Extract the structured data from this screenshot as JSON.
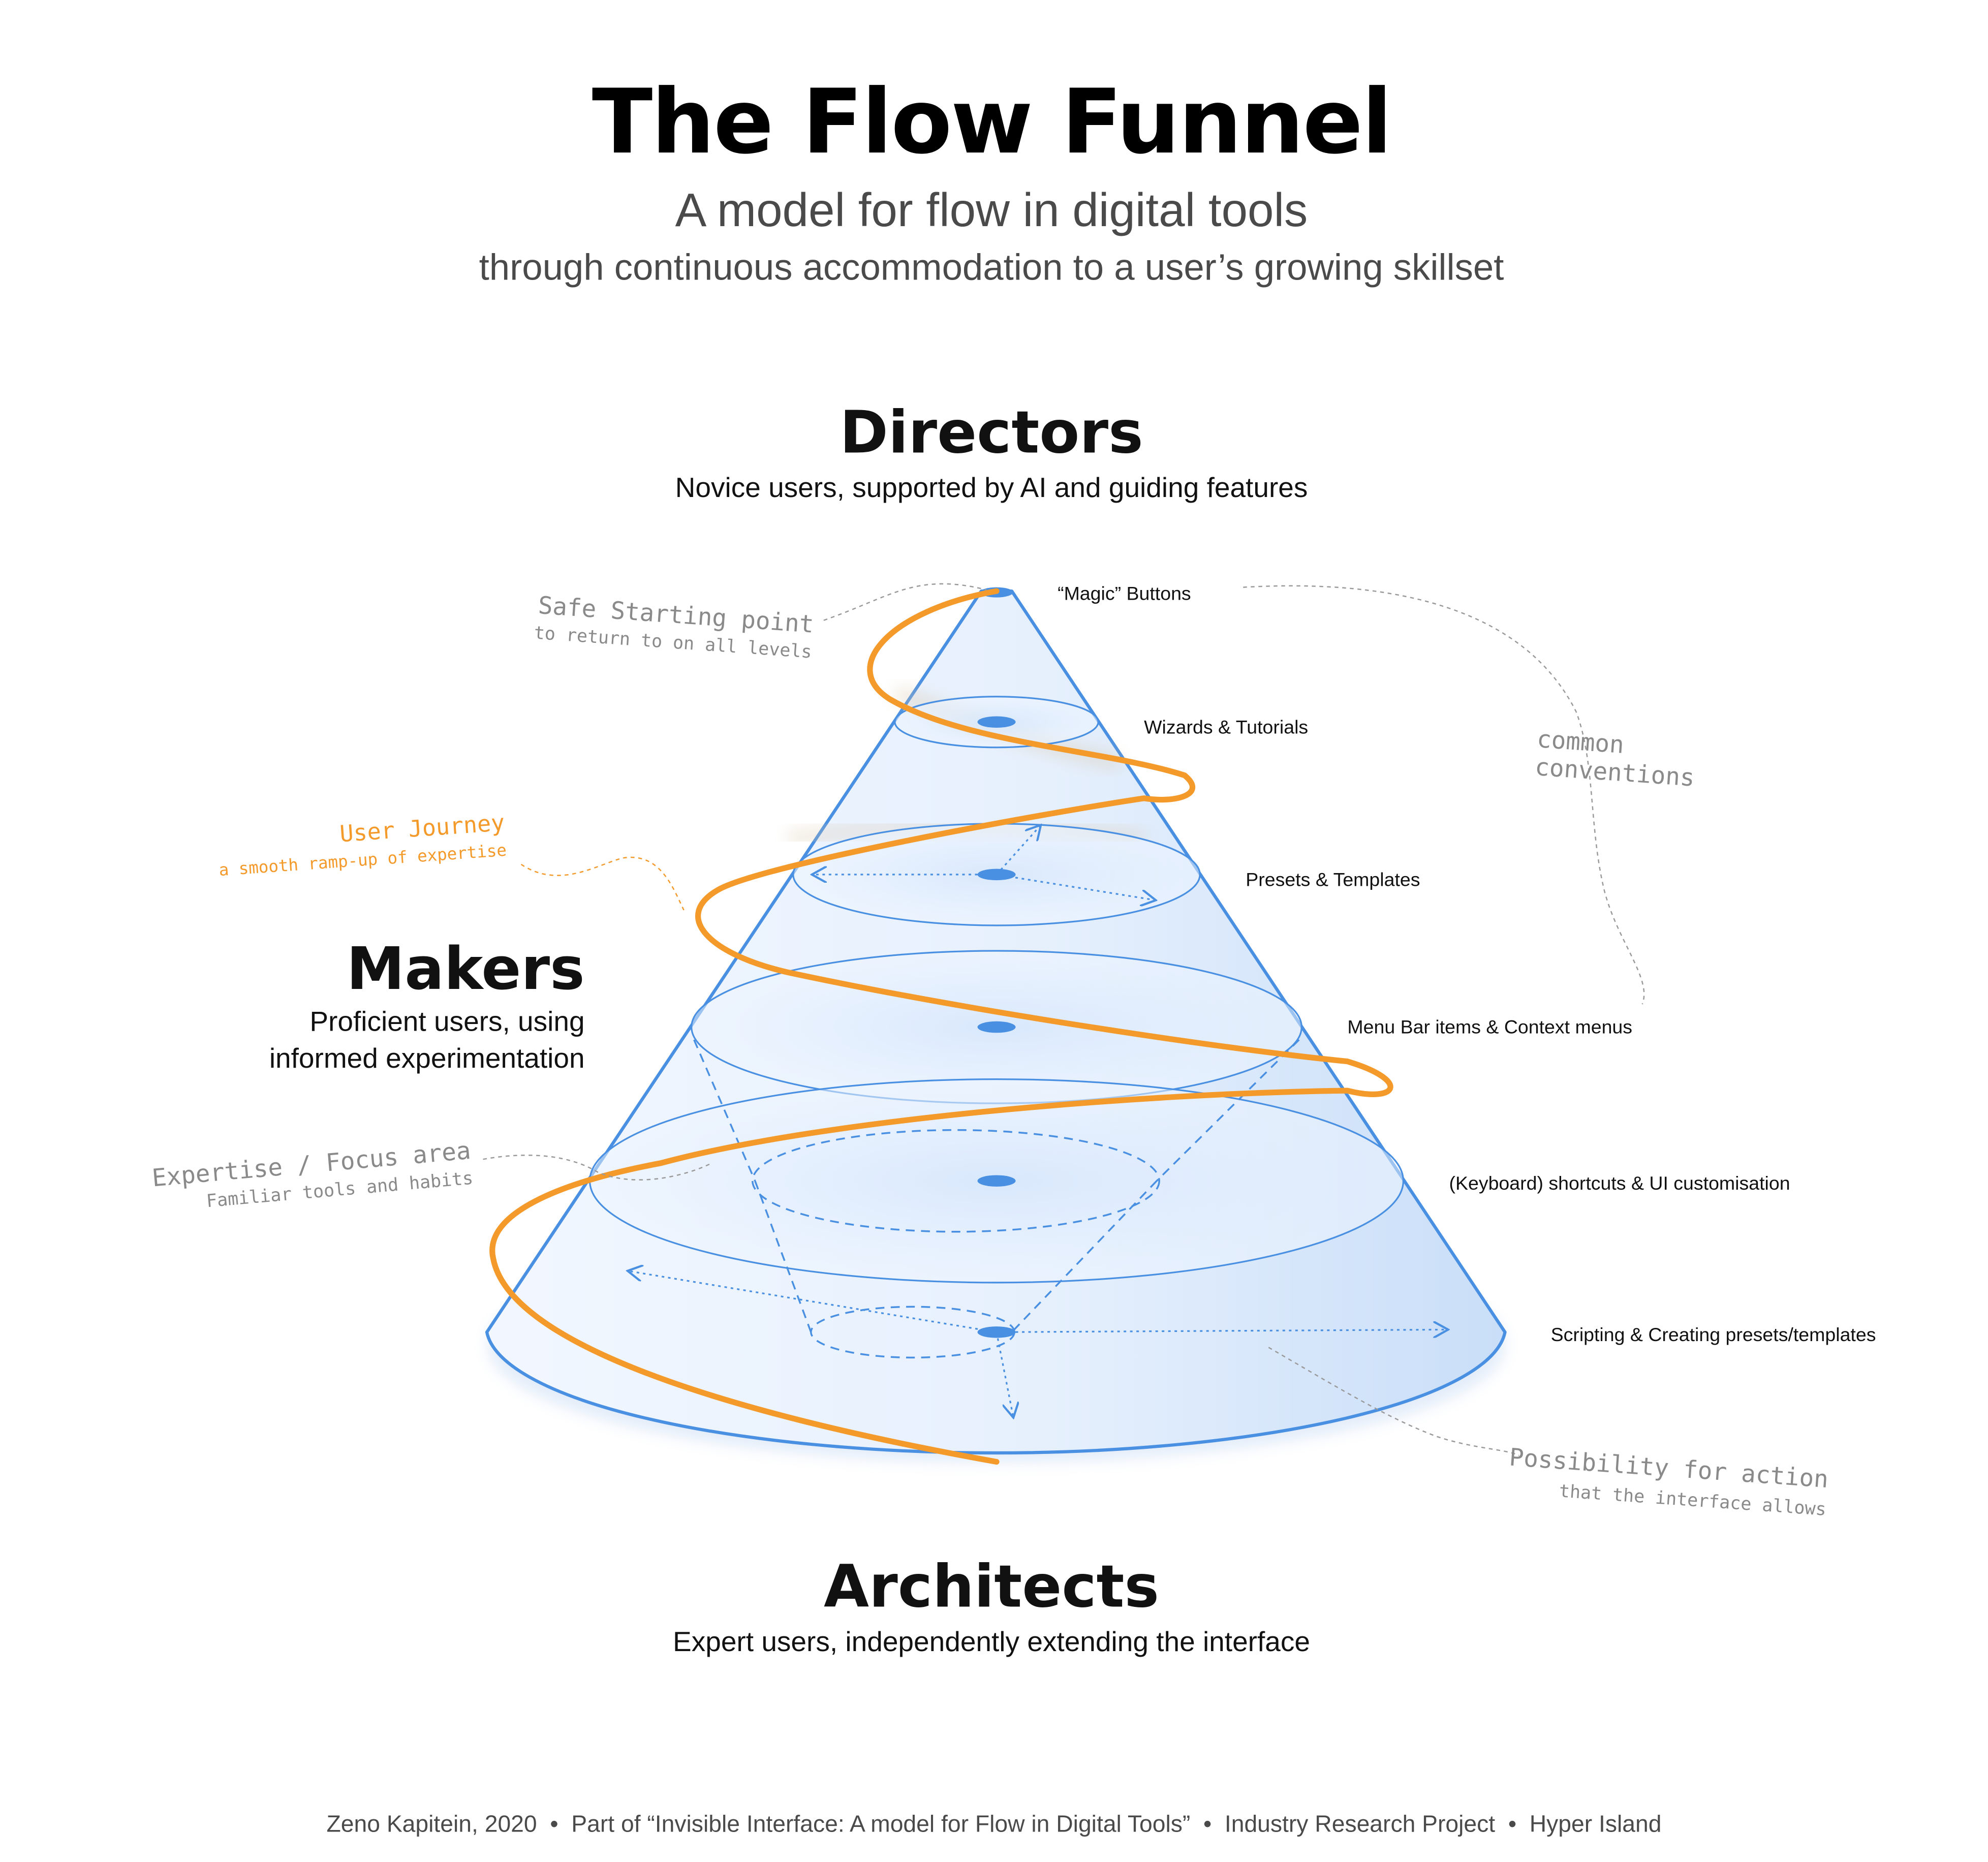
{
  "header": {
    "title": "The Flow Funnel",
    "subtitle": "A model for flow in digital tools",
    "subtitle2": "through continuous accommodation to a user’s growing skillset"
  },
  "groups": {
    "directors": {
      "title": "Directors",
      "desc": "Novice users, supported by AI and guiding features"
    },
    "makers": {
      "title": "Makers",
      "desc_line1": "Proficient users, using",
      "desc_line2": "informed experimentation"
    },
    "architects": {
      "title": "Architects",
      "desc": "Expert users, independently extending the interface"
    }
  },
  "levels": [
    {
      "label": "“Magic” Buttons"
    },
    {
      "label": "Wizards & Tutorials"
    },
    {
      "label": "Presets & Templates"
    },
    {
      "label": "Menu Bar items & Context menus"
    },
    {
      "label": "(Keyboard) shortcuts & UI customisation"
    },
    {
      "label": "Scripting & Creating presets/templates"
    }
  ],
  "annotations": {
    "safe_start": {
      "line1": "Safe Starting point",
      "line2": "to return to on all levels"
    },
    "common_conventions": {
      "line1": "common",
      "line2": "conventions"
    },
    "user_journey": {
      "line1": "User Journey",
      "line2": "a smooth ramp-up of expertise"
    },
    "expertise": {
      "line1": "Expertise / Focus area",
      "line2": "Familiar tools and habits"
    },
    "possibility": {
      "line1": "Possibility for action",
      "line2": "that the interface allows"
    }
  },
  "footer": {
    "text": "Zeno Kapitein, 2020  •  Part of “Invisible Interface: A model for Flow in Digital Tools”  •  Industry Research Project  •  Hyper Island"
  },
  "colors": {
    "cone_outline": "#4a90e2",
    "cone_fill": "#e3efff",
    "journey": "#f39a2b",
    "annotation_gray": "#8a8a8a"
  }
}
